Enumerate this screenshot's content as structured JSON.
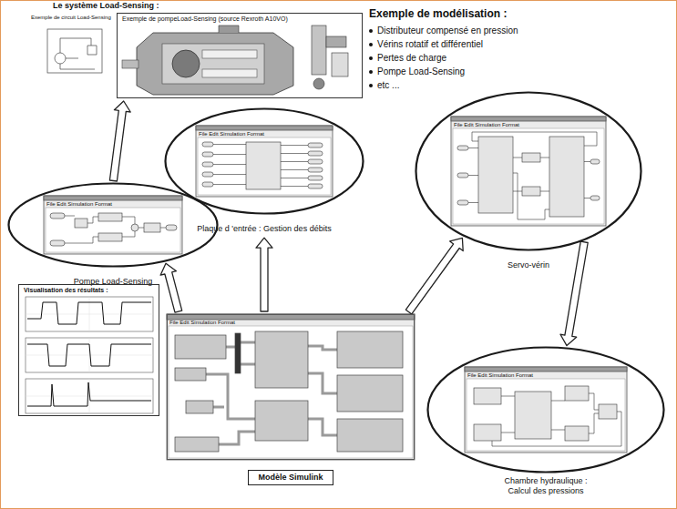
{
  "diagram": {
    "nodes": [
      {
        "text": [
          "Exemple de pompeLoad-Sensing (source Rexroth A10VO)"
        ]
      },
      {
        "text": [
          "Plaque d 'entrée : Gestion des débits"
        ]
      },
      {
        "text": [
          "Servo-vérin"
        ]
      },
      {
        "text": [
          "Pompe Load-Sensing"
        ]
      },
      {
        "text": [
          "Visualisation des résultats :"
        ]
      },
      {
        "text": [
          "Modèle Simulink"
        ]
      },
      {
        "text": [
          "Chambre hydraulique : Calcul des pressions"
        ]
      }
    ],
    "edges": [
      {
        "from": 5,
        "to": 3,
        "arrow": "to"
      },
      {
        "from": 5,
        "to": 1,
        "arrow": "to"
      },
      {
        "from": 5,
        "to": 2,
        "arrow": "to"
      },
      {
        "from": 3,
        "to": 0,
        "arrow": "to"
      },
      {
        "from": 2,
        "to": 6,
        "arrow": "to"
      }
    ],
    "labels": [
      "Le système Load-Sensing :",
      "Exemple de circuit Load-Sensing",
      "Exemple de modélisation :",
      "Distributeur compensé en pression",
      "Vérins rotatif et différentiel",
      "Pertes de charge",
      "Pompe Load-Sensing",
      "etc ...",
      "File Edit Simulation Format",
      "File Edit Simulation Format",
      "File Edit Simulation Format",
      "File Edit Simulation Format",
      "File Edit Simulation Format"
    ]
  }
}
